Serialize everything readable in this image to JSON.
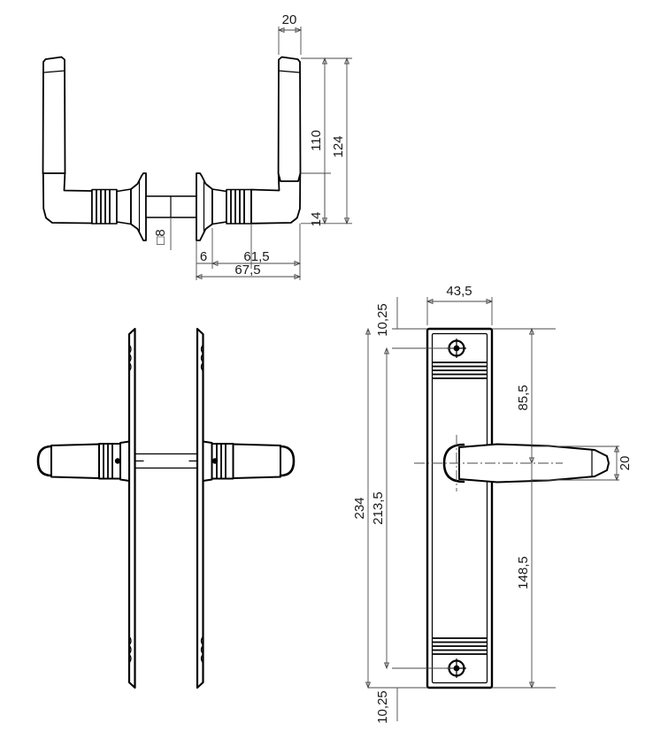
{
  "drawing": {
    "type": "technical-mechanical-drawing",
    "subject": "door handle set with long backplate",
    "units": "mm",
    "decimal_separator": "comma",
    "background_color": "#ffffff",
    "line_color": "#000000",
    "dimension_color": "#4a4a4a"
  },
  "views": {
    "top_left": {
      "name": "side elevation of handle pair on spindle",
      "position": "top"
    },
    "bottom_left": {
      "name": "edge view of paired backplates with handles",
      "position": "bottom-left"
    },
    "bottom_right": {
      "name": "front elevation of backplate with handle",
      "position": "bottom-right"
    }
  },
  "dimensions": {
    "top_view": {
      "lever_width": "20",
      "handle_height_inner": "110",
      "handle_height_total": "124",
      "collar_height": "14",
      "rosette_thickness": "6",
      "spindle_projection": "61,5",
      "total_depth": "67,5",
      "spindle_square": "□8"
    },
    "front_view": {
      "plate_width": "43,5",
      "plate_length_total": "234",
      "screw_centres": "213,5",
      "edge_top": "10,25",
      "edge_bottom": "10,25",
      "handle_above": "85,5",
      "handle_below": "148,5",
      "lever_width": "20"
    }
  },
  "labels": [
    {
      "id": "d-20-top",
      "text": "20"
    },
    {
      "id": "d-110",
      "text": "110"
    },
    {
      "id": "d-124",
      "text": "124"
    },
    {
      "id": "d-14",
      "text": "14"
    },
    {
      "id": "d-sq8",
      "text": "□8"
    },
    {
      "id": "d-6",
      "text": "6"
    },
    {
      "id": "d-615",
      "text": "61,5"
    },
    {
      "id": "d-675",
      "text": "67,5"
    },
    {
      "id": "d-435",
      "text": "43,5"
    },
    {
      "id": "d-1025-top",
      "text": "10,25"
    },
    {
      "id": "d-1025-bottom",
      "text": "10,25"
    },
    {
      "id": "d-234",
      "text": "234"
    },
    {
      "id": "d-2135",
      "text": "213,5"
    },
    {
      "id": "d-855",
      "text": "85,5"
    },
    {
      "id": "d-1485",
      "text": "148,5"
    },
    {
      "id": "d-20-right",
      "text": "20"
    }
  ]
}
